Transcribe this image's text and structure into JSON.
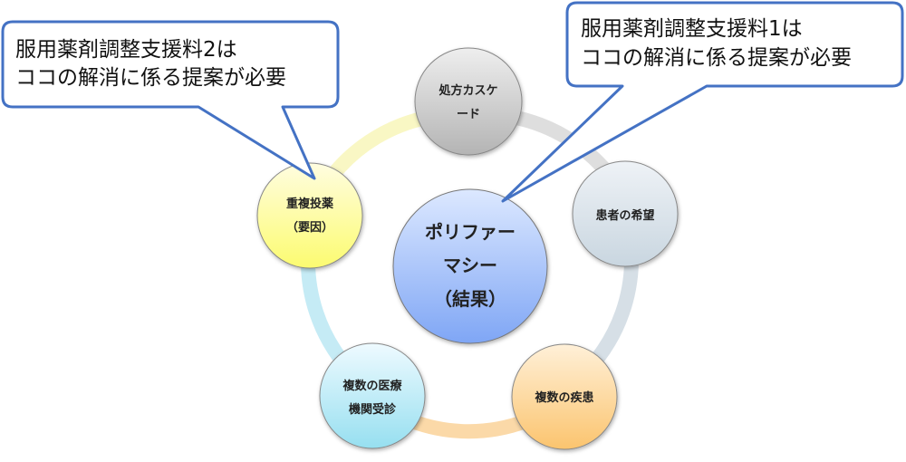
{
  "callouts": {
    "left": {
      "line1": "服用薬剤調整支援料2は",
      "line2": "ココの解消に係る提案が必要"
    },
    "right": {
      "line1": "服用薬剤調整支援料1は",
      "line2": "ココの解消に係る提案が必要"
    }
  },
  "center": {
    "line1": "ポリファー",
    "line2": "マシー",
    "line3": "（結果）"
  },
  "nodes": {
    "top": {
      "line1": "処方カスケ",
      "line2": "ード"
    },
    "right": {
      "line1": "患者の希望"
    },
    "bottom_right": {
      "line1": "複数の疾患"
    },
    "bottom_left": {
      "line1": "複数の医療",
      "line2": "機関受診"
    },
    "left": {
      "line1": "重複投薬",
      "line2": "（要因）"
    }
  },
  "colors": {
    "callout_border": "#4472C4",
    "center_fill": "#8FB0F5"
  }
}
